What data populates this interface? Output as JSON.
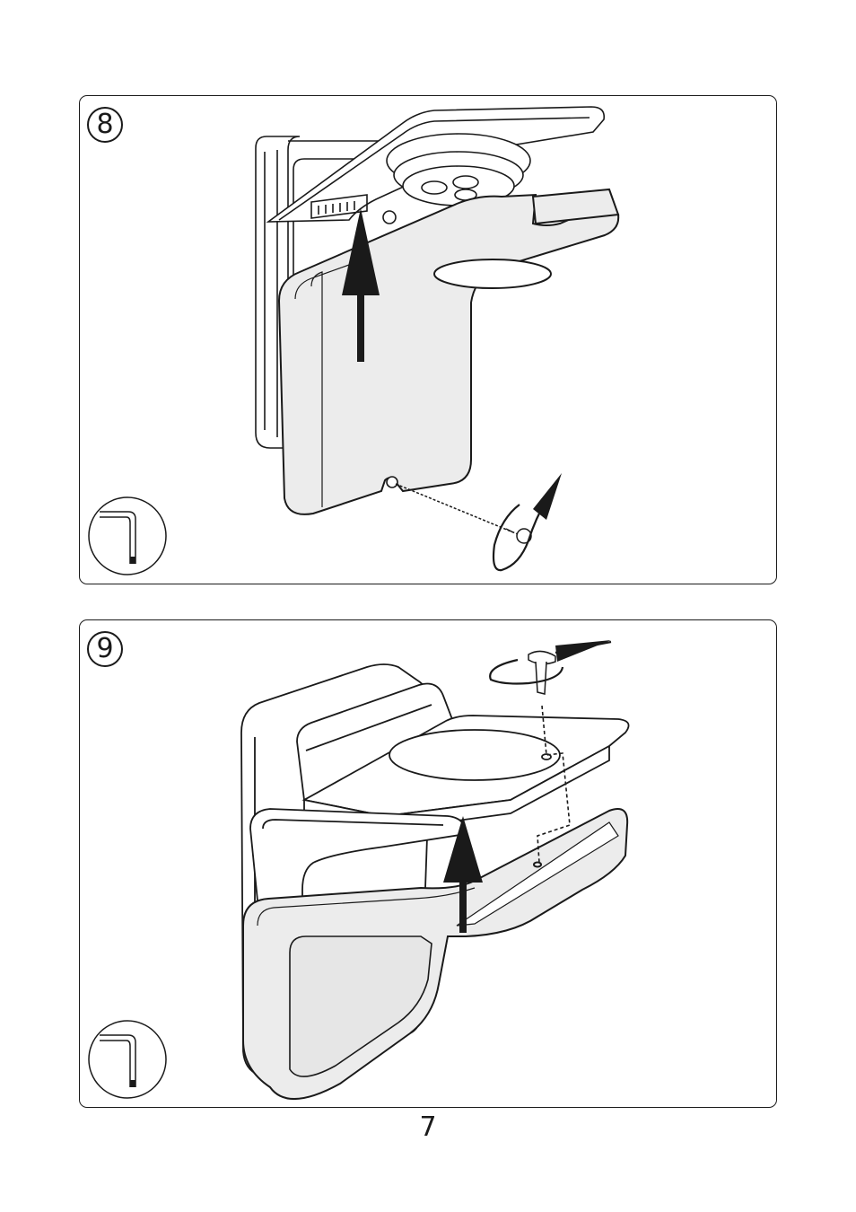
{
  "page": {
    "number": "7"
  },
  "steps": [
    {
      "number": "8",
      "tool_icon": "hex-key-icon"
    },
    {
      "number": "9",
      "tool_icon": "hex-key-icon"
    }
  ],
  "colors": {
    "line": "#1a1a1a",
    "fill": "#ececec",
    "background": "#ffffff"
  }
}
